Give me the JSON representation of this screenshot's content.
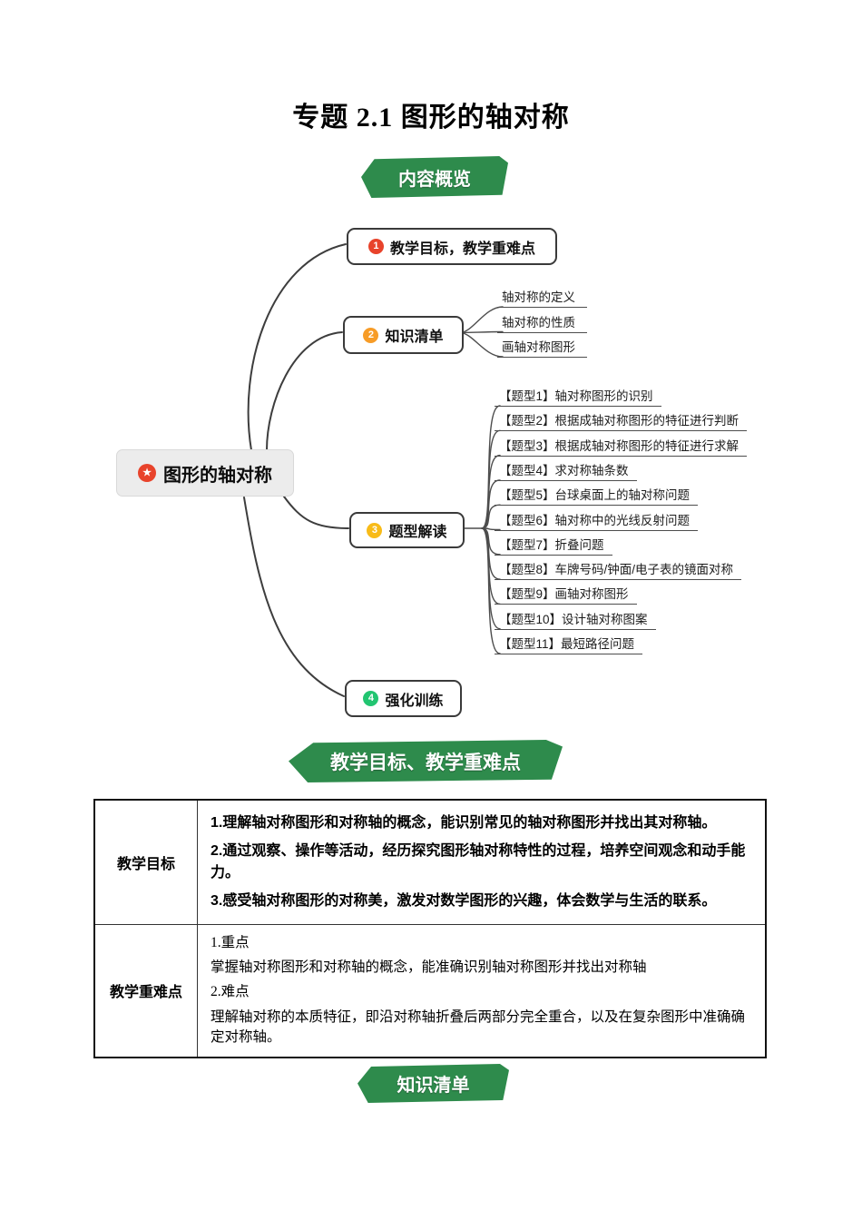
{
  "page": {
    "title": "专题 2.1 图形的轴对称"
  },
  "banners": {
    "overview": "内容概览",
    "teaching_goals": "教学目标、教学重难点",
    "knowledge_list": "知识清单"
  },
  "colors": {
    "banner_green": "#2e8b4c",
    "connector_gray": "#3d3d3d"
  },
  "mindmap": {
    "root": {
      "label": "图形的轴对称",
      "icon": "star-icon",
      "badge_color": "#e8432b"
    },
    "branches": [
      {
        "num": "1",
        "label": "教学目标，教学重难点",
        "badge_color": "#e8432b",
        "children": []
      },
      {
        "num": "2",
        "label": "知识清单",
        "badge_color": "#f79c27",
        "children": [
          "轴对称的定义",
          "轴对称的性质",
          "画轴对称图形"
        ]
      },
      {
        "num": "3",
        "label": "题型解读",
        "badge_color": "#f8bb18",
        "children": [
          "【题型1】轴对称图形的识别",
          "【题型2】根据成轴对称图形的特征进行判断",
          "【题型3】根据成轴对称图形的特征进行求解",
          "【题型4】求对称轴条数",
          "【题型5】台球桌面上的轴对称问题",
          "【题型6】轴对称中的光线反射问题",
          "【题型7】折叠问题",
          "【题型8】车牌号码/钟面/电子表的镜面对称",
          "【题型9】画轴对称图形",
          "【题型10】设计轴对称图案",
          "【题型11】最短路径问题"
        ]
      },
      {
        "num": "4",
        "label": "强化训练",
        "badge_color": "#22c571",
        "children": []
      }
    ]
  },
  "table": {
    "rows": [
      {
        "header": "教学目标",
        "paragraphs": [
          "1.理解轴对称图形和对称轴的概念，能识别常见的轴对称图形并找出其对称轴。",
          "2.通过观察、操作等活动，经历探究图形轴对称特性的过程，培养空间观念和动手能力。",
          "3.感受轴对称图形的对称美，激发对数学图形的兴趣，体会数学与生活的联系。"
        ]
      },
      {
        "header": "教学重难点",
        "paragraphs": [
          "1.重点",
          "掌握轴对称图形和对称轴的概念，能准确识别轴对称图形并找出对称轴",
          "2.难点",
          "理解轴对称的本质特征，即沿对称轴折叠后两部分完全重合，以及在复杂图形中准确确定对称轴。"
        ]
      }
    ]
  }
}
